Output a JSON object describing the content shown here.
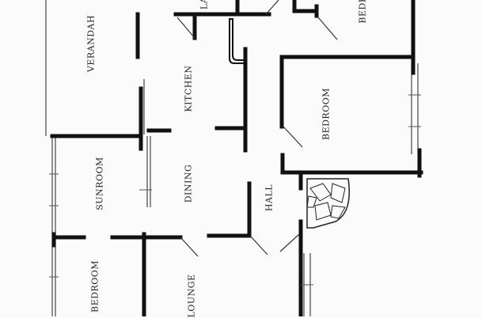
{
  "rooms": {
    "verandah": "VERANDAH",
    "kitchen": "KITCHEN",
    "laundry_partial": "LA",
    "bedroom_top_right_partial": "BEDR",
    "bedroom_middle": "BEDROOM",
    "sunroom": "SUNROOM",
    "dining": "DINING",
    "hall": "HALL",
    "bedroom_bottom_left": "BEDROOM",
    "lounge": "LOUNGE"
  },
  "colors": {
    "wall": "#111111",
    "thin_line": "#444444",
    "background": "#fbfbfb"
  }
}
